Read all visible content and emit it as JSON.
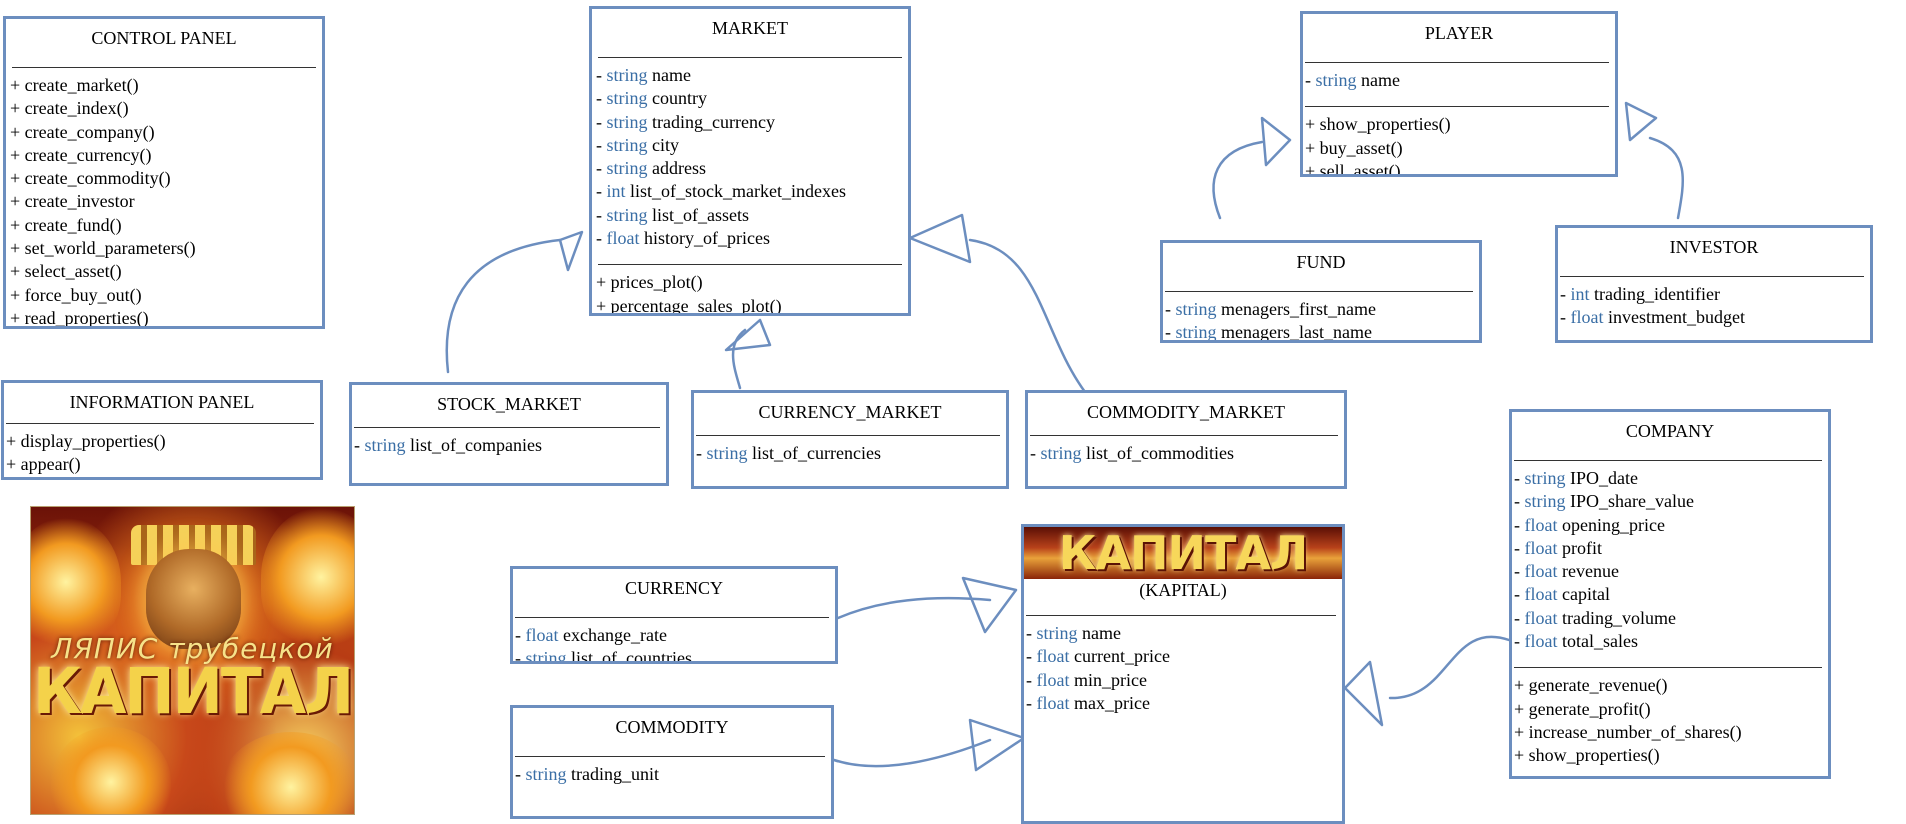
{
  "classes": {
    "control_panel": {
      "title": "CONTROL PANEL",
      "attributes": [],
      "methods": [
        "+ create_market()",
        "+ create_index()",
        "+ create_company()",
        "+ create_currency()",
        "+ create_commodity()",
        "+ create_investor",
        "+ create_fund()",
        "+ set_world_parameters()",
        "+ select_asset()",
        "+ force_buy_out()",
        "+ read_properties()"
      ]
    },
    "information_panel": {
      "title": "INFORMATION PANEL",
      "attributes": [],
      "methods": [
        "+ display_properties()",
        "+ appear()"
      ]
    },
    "market": {
      "title": "MARKET",
      "attributes": [
        {
          "prefix": "- ",
          "type": "string",
          "name": "name"
        },
        {
          "prefix": "- ",
          "type": "string",
          "name": "country"
        },
        {
          "prefix": "- ",
          "type": "string",
          "name": "trading_currency"
        },
        {
          "prefix": "- ",
          "type": "string",
          "name": "city"
        },
        {
          "prefix": "- ",
          "type": "string",
          "name": "address"
        },
        {
          "prefix": "- ",
          "type": "int",
          "name": "list_of_stock_market_indexes"
        },
        {
          "prefix": "- ",
          "type": "string",
          "name": "list_of_assets"
        },
        {
          "prefix": "- ",
          "type": "float",
          "name": "history_of_prices"
        }
      ],
      "methods": [
        "+ prices_plot()",
        "+ percentage_sales_plot()"
      ]
    },
    "player": {
      "title": "PLAYER",
      "attributes": [
        {
          "prefix": "- ",
          "type": "string",
          "name": "name"
        }
      ],
      "methods": [
        "+ show_properties()",
        "+ buy_asset()",
        "+ sell_asset()"
      ]
    },
    "fund": {
      "title": "FUND",
      "attributes": [
        {
          "prefix": "- ",
          "type": "string",
          "name": "menagers_first_name"
        },
        {
          "prefix": "- ",
          "type": "string",
          "name": "menagers_last_name"
        }
      ],
      "methods": []
    },
    "investor": {
      "title": "INVESTOR",
      "attributes": [
        {
          "prefix": "- ",
          "type": "int",
          "name": "trading_identifier"
        },
        {
          "prefix": "- ",
          "type": "float",
          "name": "investment_budget"
        }
      ],
      "methods": []
    },
    "stock_market": {
      "title": "STOCK_MARKET",
      "attributes": [
        {
          "prefix": "- ",
          "type": "string",
          "name": "list_of_companies"
        }
      ],
      "methods": []
    },
    "currency_market": {
      "title": "CURRENCY_MARKET",
      "attributes": [
        {
          "prefix": "- ",
          "type": "string",
          "name": "list_of_currencies"
        }
      ],
      "methods": []
    },
    "commodity_market": {
      "title": "COMMODITY_MARKET",
      "attributes": [
        {
          "prefix": "- ",
          "type": "string",
          "name": "list_of_commodities"
        }
      ],
      "methods": []
    },
    "company": {
      "title": "COMPANY",
      "attributes": [
        {
          "prefix": "- ",
          "type": "string",
          "name": "IPO_date"
        },
        {
          "prefix": "- ",
          "type": "string",
          "name": "IPO_share_value"
        },
        {
          "prefix": "- ",
          "type": "float",
          "name": "opening_price"
        },
        {
          "prefix": "- ",
          "type": "float",
          "name": "profit"
        },
        {
          "prefix": "- ",
          "type": "float",
          "name": "revenue"
        },
        {
          "prefix": "- ",
          "type": "float",
          "name": "capital"
        },
        {
          "prefix": "- ",
          "type": "float",
          "name": "trading_volume"
        },
        {
          "prefix": "- ",
          "type": "float",
          "name": "total_sales"
        }
      ],
      "methods": [
        "+ generate_revenue()",
        "+ generate_profit()",
        "+ increase_number_of_shares()",
        "+ show_properties()"
      ]
    },
    "currency": {
      "title": "CURRENCY",
      "attributes": [
        {
          "prefix": "- ",
          "type": "float",
          "name": "exchange_rate"
        },
        {
          "prefix": "- ",
          "type": "string",
          "name": "list_of_countries"
        }
      ],
      "methods": []
    },
    "commodity": {
      "title": "COMMODITY",
      "attributes": [
        {
          "prefix": "- ",
          "type": "string",
          "name": "trading_unit"
        }
      ],
      "methods": []
    },
    "kapital": {
      "title": "(KAPITAL)",
      "banner": "КАПИТАЛ",
      "attributes": [
        {
          "prefix": "- ",
          "type": "string",
          "name": "name"
        },
        {
          "prefix": "- ",
          "type": "float",
          "name": "current_price"
        },
        {
          "prefix": "- ",
          "type": "float",
          "name": "min_price"
        },
        {
          "prefix": "- ",
          "type": "float",
          "name": "max_price"
        }
      ],
      "methods": []
    }
  },
  "album_cover": {
    "subtitle": "ЛЯПИС трубецкой",
    "title": "КАПИТАЛ"
  },
  "colors": {
    "border": "#6c8ebf",
    "type_keyword": "#3a6ea5",
    "arrow": "#6c8ebf"
  }
}
